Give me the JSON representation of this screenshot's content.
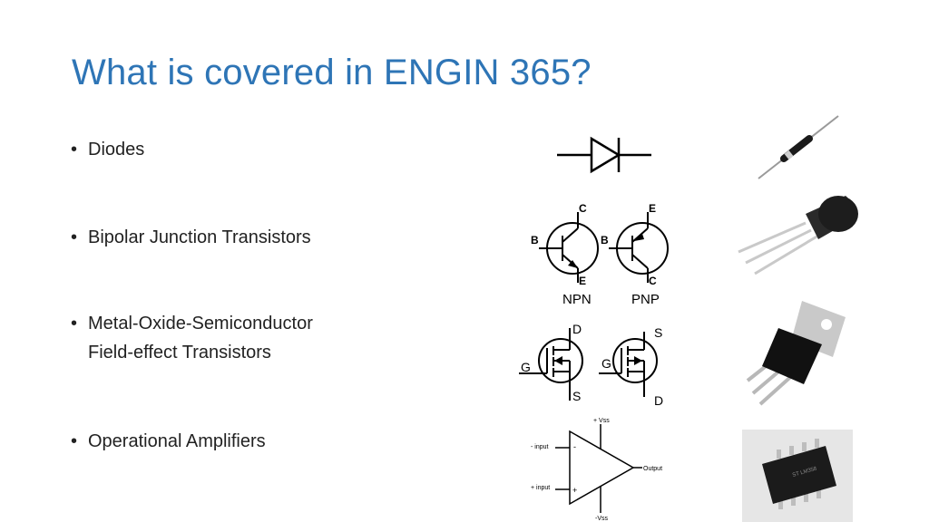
{
  "slide": {
    "title": "What is covered in ENGIN 365?"
  },
  "bullets": [
    {
      "line1": "Diodes"
    },
    {
      "line1": "Bipolar Junction Transistors"
    },
    {
      "line1": "Metal-Oxide-Semiconductor",
      "line2": "Field-effect Transistors"
    },
    {
      "line1": "Operational Amplifiers"
    }
  ],
  "bullet_glyph": "•",
  "bjt": {
    "npn": {
      "c": "C",
      "b": "B",
      "e": "E",
      "caption": "NPN"
    },
    "pnp": {
      "c": "E",
      "b": "B",
      "e": "C",
      "caption": "PNP"
    }
  },
  "mosfet": {
    "n": {
      "d": "D",
      "g": "G",
      "s": "S"
    },
    "p": {
      "d": "S",
      "g": "G",
      "s": "D"
    }
  },
  "opamp": {
    "vpos": "+ Vss",
    "vneg": "-Vss",
    "inv_input": "- input",
    "noninv_input": "+ input",
    "output": "Output",
    "minus_sign": "-",
    "plus_sign": "+"
  },
  "ic_marking": "ST LM358"
}
